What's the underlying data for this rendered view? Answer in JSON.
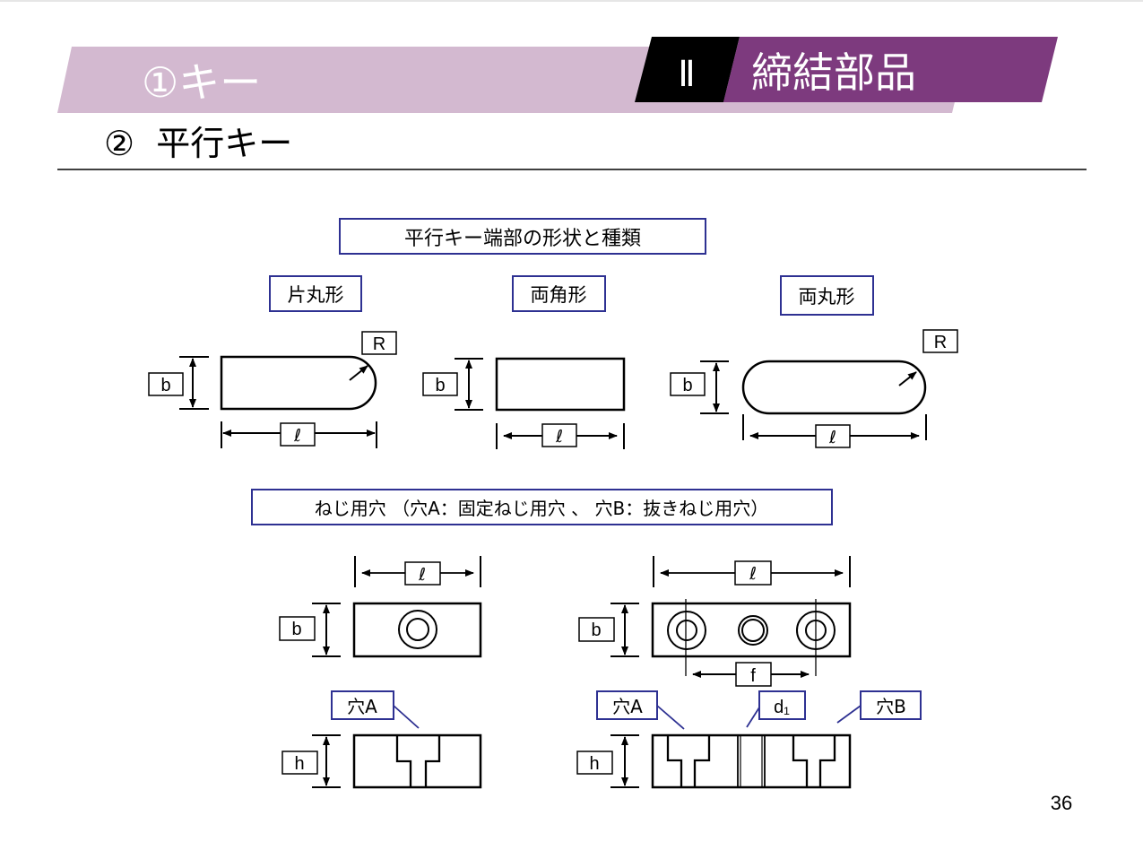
{
  "header": {
    "section_number": "Ⅱ",
    "section_title": "締結部品",
    "subsection": "①キー",
    "topic": "②  平行キー",
    "colors": {
      "light_band": "#d3b9d0",
      "dark_band": "#7d3a7e",
      "black_tab": "#000000",
      "frame_blue": "#2e3192"
    }
  },
  "section1": {
    "title": "平行キー端部の形状と種類",
    "shapes": [
      {
        "name": "片丸形",
        "labels": {
          "width": "b",
          "length": "ℓ",
          "radius": "R"
        }
      },
      {
        "name": "両角形",
        "labels": {
          "width": "b",
          "length": "ℓ"
        }
      },
      {
        "name": "両丸形",
        "labels": {
          "width": "b",
          "length": "ℓ",
          "radius": "R"
        }
      }
    ]
  },
  "section2": {
    "title": "ねじ用穴 （穴A：固定ねじ用穴 、 穴B：抜きねじ用穴）",
    "left": {
      "length": "ℓ",
      "width": "b",
      "height": "h",
      "hole_a": "穴A"
    },
    "right": {
      "length": "ℓ",
      "width": "b",
      "height": "h",
      "pitch": "f",
      "hole_a": "穴A",
      "hole_b": "穴B",
      "diameter": "d₁"
    }
  },
  "page_number": "36"
}
